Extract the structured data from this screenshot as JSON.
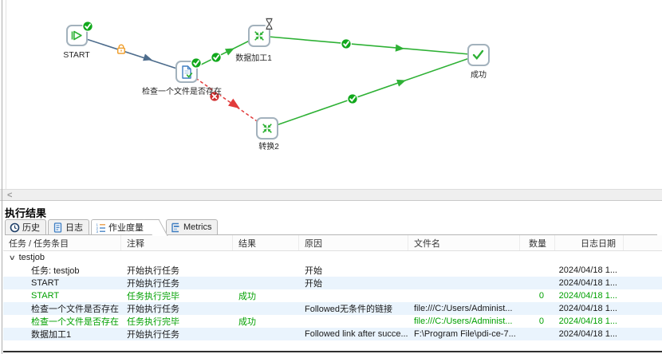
{
  "canvas": {
    "nodes": [
      {
        "id": "start",
        "label": "START"
      },
      {
        "id": "check-file",
        "label": "检查一个文件是否存在"
      },
      {
        "id": "transform1",
        "label": "数据加工1"
      },
      {
        "id": "transform2",
        "label": "转换2"
      },
      {
        "id": "success",
        "label": "成功"
      }
    ]
  },
  "sash": {
    "collapse_label": "<"
  },
  "results": {
    "title": "执行结果",
    "tabs": [
      {
        "label": "历史"
      },
      {
        "label": "日志"
      },
      {
        "label": "作业度量"
      },
      {
        "label": "Metrics"
      }
    ],
    "selected_tab": "作业度量"
  },
  "table": {
    "columns": [
      {
        "label": "任务 / 任务条目"
      },
      {
        "label": "注释"
      },
      {
        "label": "结果"
      },
      {
        "label": "原因"
      },
      {
        "label": "文件名"
      },
      {
        "label": "数量"
      },
      {
        "label": "日志日期"
      }
    ],
    "tree_root": "testjob",
    "rows": [
      {
        "task": "任务: testjob",
        "comment": "开始执行任务",
        "result": "",
        "reason": "开始",
        "filename": "",
        "count": "",
        "date": "2024/04/18 1..."
      },
      {
        "task": "START",
        "comment": "开始执行任务",
        "result": "",
        "reason": "开始",
        "filename": "",
        "count": "",
        "date": "2024/04/18 1..."
      },
      {
        "task": "START",
        "comment": "任务执行完毕",
        "result": "成功",
        "reason": "",
        "filename": "",
        "count": "0",
        "date": "2024/04/18 1..."
      },
      {
        "task": "检查一个文件是否存在",
        "comment": "开始执行任务",
        "result": "",
        "reason": "Followed无条件的链接",
        "filename": "file:///C:/Users/Administ...",
        "count": "",
        "date": "2024/04/18 1..."
      },
      {
        "task": "检查一个文件是否存在",
        "comment": "任务执行完毕",
        "result": "成功",
        "reason": "",
        "filename": "file:///C:/Users/Administ...",
        "count": "0",
        "date": "2024/04/18 1..."
      },
      {
        "task": "数据加工1",
        "comment": "开始执行任务",
        "result": "",
        "reason": "Followed link after succe...",
        "filename": "F:\\Program File\\pdi-ce-7...",
        "count": "",
        "date": "2024/04/18 1..."
      }
    ]
  },
  "colors": {
    "hop_green": "#2eb135",
    "hop_red": "#e23b3b",
    "hop_dark": "#4e6d8d",
    "lock_orange": "#f0a030",
    "status_green": "#00a000",
    "row_stripe": "#eaf4fd",
    "node_border": "#a3b2bd"
  }
}
